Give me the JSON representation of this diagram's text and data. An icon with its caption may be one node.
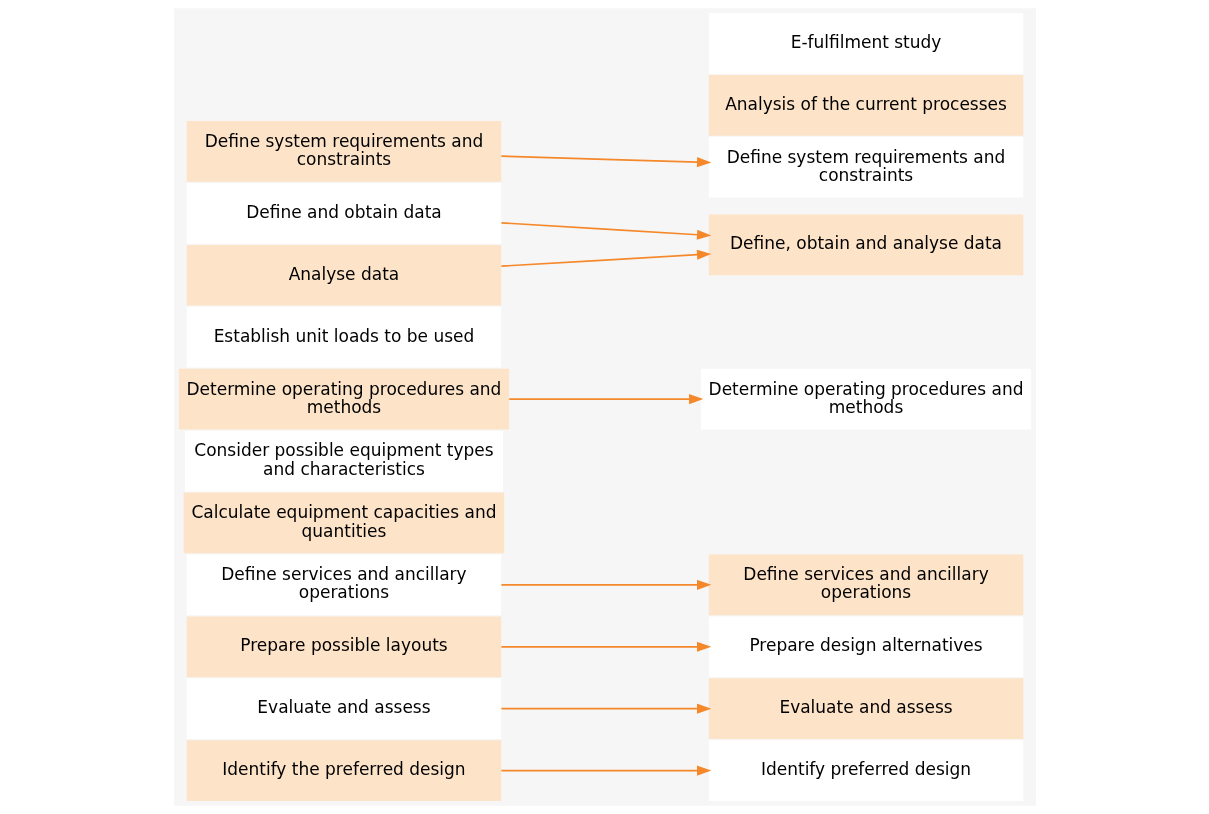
{
  "diagram": {
    "nodes": [
      {
        "text": [
          "Define system requirements and constraints"
        ]
      },
      {
        "text": [
          "Define and obtain data"
        ]
      },
      {
        "text": [
          "Analyse data"
        ]
      },
      {
        "text": [
          "Establish unit loads to be used"
        ]
      },
      {
        "text": [
          "Determine operating procedures and methods"
        ]
      },
      {
        "text": [
          "Consider possible equipment types and characteristics"
        ]
      },
      {
        "text": [
          "Calculate equipment capacities and quantities"
        ]
      },
      {
        "text": [
          "Define services and ancillary operations"
        ]
      },
      {
        "text": [
          "Prepare possible layouts"
        ]
      },
      {
        "text": [
          "Evaluate and assess"
        ]
      },
      {
        "text": [
          "Identify the preferred design"
        ]
      },
      {
        "text": [
          "E-fulfilment study"
        ]
      },
      {
        "text": [
          "Analysis of the current processes"
        ]
      },
      {
        "text": [
          "Define system requirements and constraints"
        ]
      },
      {
        "text": [
          "Define, obtain and analyse data"
        ]
      },
      {
        "text": [
          "Determine operating procedures and methods"
        ]
      },
      {
        "text": [
          "Define services and ancillary operations"
        ]
      },
      {
        "text": [
          "Prepare design alternatives"
        ]
      },
      {
        "text": [
          "Evaluate and assess"
        ]
      },
      {
        "text": [
          "Identify preferred design"
        ]
      }
    ],
    "edges": [
      {
        "from": 0,
        "to": 13,
        "arrow": "to"
      },
      {
        "from": 1,
        "to": 14,
        "arrow": "to"
      },
      {
        "from": 2,
        "to": 14,
        "arrow": "to"
      },
      {
        "from": 4,
        "to": 15,
        "arrow": "to"
      },
      {
        "from": 7,
        "to": 16,
        "arrow": "to"
      },
      {
        "from": 8,
        "to": 17,
        "arrow": "to"
      },
      {
        "from": 9,
        "to": 18,
        "arrow": "to"
      },
      {
        "from": 10,
        "to": 19,
        "arrow": "to"
      }
    ]
  }
}
